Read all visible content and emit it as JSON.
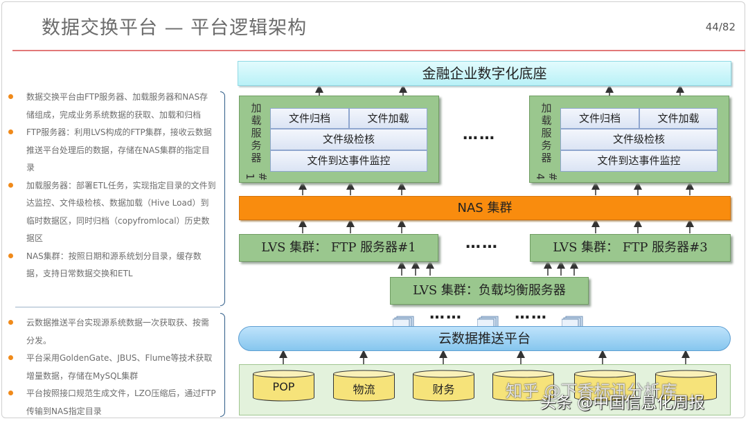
{
  "header": {
    "title": "数据交换平台 — 平台逻辑架构",
    "page_number": "44/82"
  },
  "notes_top": [
    "数据交换平台由FTP服务器、加载服务器和NAS存储组成，完成业务系统数据的获取、加载和归档",
    "FTP服务器：利用LVS构成的FTP集群，接收云数据推送平台处理后的数据，存储在NAS集群的指定目录",
    "加载服务器：部署ETL任务，实现指定目录的文件到达监控、文件级检核、数据加载（Hive Load）到临时数据区，同时归档（copyfromlocal）历史数据区",
    "NAS集群：按照日期和源系统划分目录，缓存数据，支持日常数据交换和ETL"
  ],
  "notes_bottom": [
    "云数据推送平台实现源系统数据一次获取获、按需分发。",
    "平台采用GoldenGate、JBUS、Flume等技术获取增量数据，存储在MySQL集群",
    "平台按照接口规范生成文件，LZO压缩后，通过FTP传输到NAS指定目录"
  ],
  "diagram": {
    "top_bar": "金融企业数字化底座",
    "server_1": {
      "label": "加载服务器",
      "index": "#1",
      "file_archive": "文件归档",
      "file_load": "文件加载",
      "file_check": "文件级检核",
      "file_monitor": "文件到达事件监控"
    },
    "server_4": {
      "label": "加载服务器",
      "index": "#4",
      "file_archive": "文件归档",
      "file_load": "文件加载",
      "file_check": "文件级检核",
      "file_monitor": "文件到达事件监控"
    },
    "ellipsis": "……",
    "nas": "NAS 集群",
    "lvs_ftp_1": "LVS 集群： FTP 服务器#1",
    "lvs_ftp_3": "LVS 集群： FTP 服务器#3",
    "lvs_lb": "LVS 集群：负载均衡服务器",
    "cloud_platform": "云数据推送平台",
    "sources": [
      "POP",
      "物流",
      "财务",
      "",
      "",
      ""
    ]
  },
  "watermark": {
    "line1": "知乎 @下香标讯分析库",
    "line2": "头条 @中国信息化周报"
  },
  "colors": {
    "accent_rule": "#e27878",
    "bullet": "#f08a1a",
    "green_box": "#9ac78e",
    "nas": "#f98c0e",
    "cloud": "#86c6ee"
  }
}
